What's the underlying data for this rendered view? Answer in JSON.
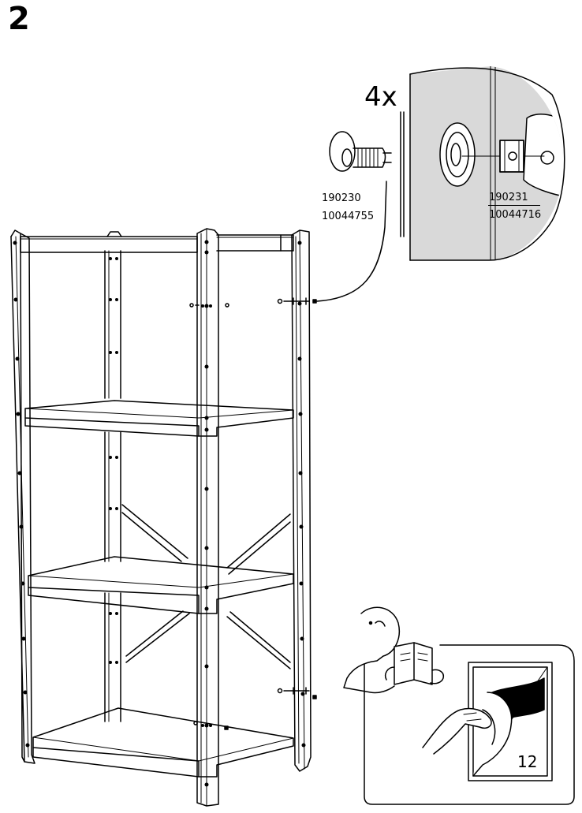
{
  "step": {
    "number": "2"
  },
  "hardware": {
    "quantity": "4x",
    "screw": {
      "code1": "190230",
      "code2": "10044755",
      "icon": "screw-icon"
    },
    "nut": {
      "code1": "190231",
      "code2": "10044716",
      "icon": "nut-icon"
    }
  },
  "tip": {
    "page_ref": "12",
    "icon": "person-reading-manual-icon"
  },
  "colors": {
    "line": "#000000",
    "detail_fill": "#d9d9d9",
    "background": "#ffffff"
  }
}
